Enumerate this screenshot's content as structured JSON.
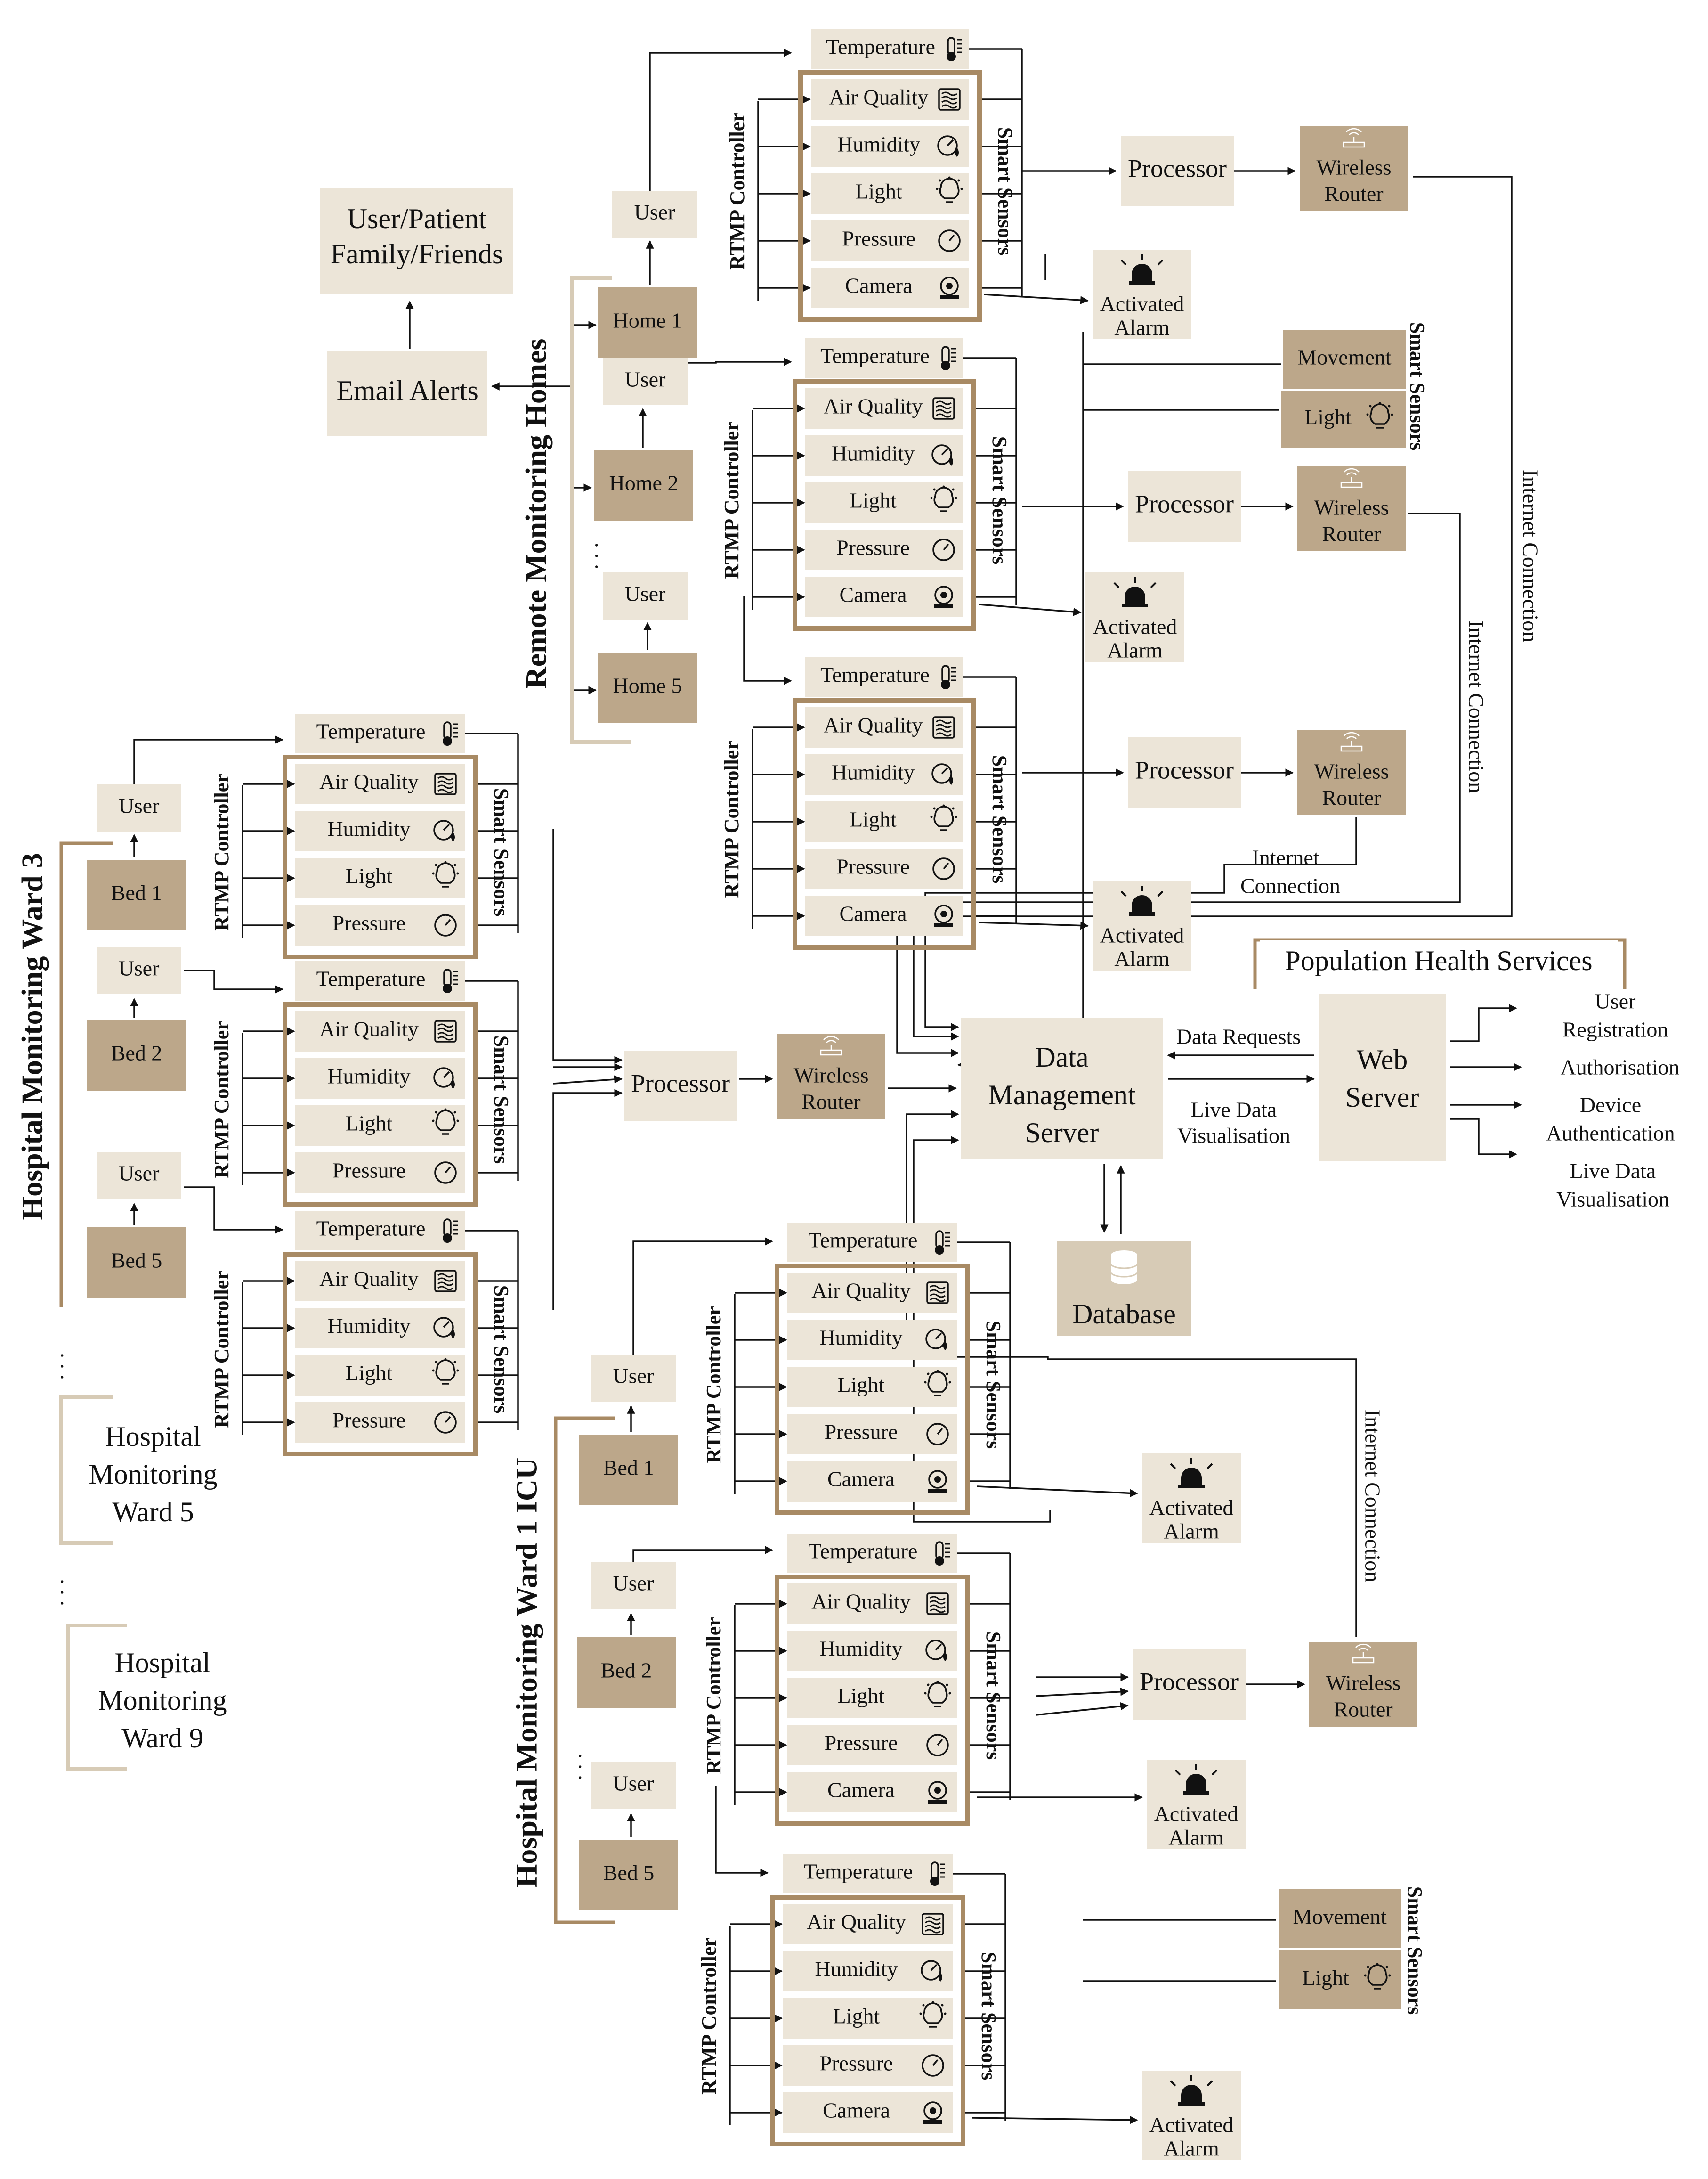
{
  "sensor": {
    "temperature": "Temperature",
    "air_quality": "Air Quality",
    "humidity": "Humidity",
    "light": "Light",
    "pressure": "Pressure",
    "camera": "Camera",
    "movement": "Movement"
  },
  "labels": {
    "rtmp_controller": "RTMP Controller",
    "smart_sensors": "Smart Sensors",
    "user": "User",
    "processor": "Processor",
    "wireless": "Wireless",
    "router": "Router",
    "activated": "Activated",
    "alarm": "Alarm",
    "internet_connection": "Internet Connection",
    "internet": "Internet",
    "connection": "Connection",
    "ellipsis": ". . ."
  },
  "homes": {
    "title": "Remote Monitoring Homes",
    "home1": "Home 1",
    "home2": "Home 2",
    "home5": "Home 5"
  },
  "user_family": {
    "line1": "User/Patient",
    "line2": "Family/Friends"
  },
  "email_alerts": "Email Alerts",
  "ward3": {
    "title": "Hospital Monitoring Ward 3",
    "bed1": "Bed 1",
    "bed2": "Bed 2",
    "bed5": "Bed 5"
  },
  "ward5": {
    "line1": "Hospital",
    "line2": "Monitoring",
    "line3": "Ward 5"
  },
  "ward9": {
    "line1": "Hospital",
    "line2": "Monitoring",
    "line3": "Ward 9"
  },
  "icu": {
    "title": "Hospital Monitoring Ward 1 ICU",
    "bed1": "Bed 1",
    "bed2": "Bed 2",
    "bed5": "Bed 5"
  },
  "server": {
    "line1": "Data",
    "line2": "Management",
    "line3": "Server"
  },
  "database": "Database",
  "web_server": {
    "line1": "Web",
    "line2": "Server"
  },
  "population_health": "Population Health Services",
  "data_requests": "Data Requests",
  "live_data": {
    "line1": "Live Data",
    "line2": "Visualisation"
  },
  "services": {
    "user_registration": {
      "line1": "User",
      "line2": "Registration"
    },
    "authorisation": "Authorisation",
    "device_auth": {
      "line1": "Device",
      "line2": "Authentication"
    },
    "live_visualisation": {
      "line1": "Live Data",
      "line2": "Visualisation"
    }
  },
  "colors": {
    "light_fill": "#ece5d8",
    "mid_fill": "#d7cbb6",
    "dark_fill": "#bca78a",
    "frame": "#a88a64",
    "line": "#111111"
  }
}
